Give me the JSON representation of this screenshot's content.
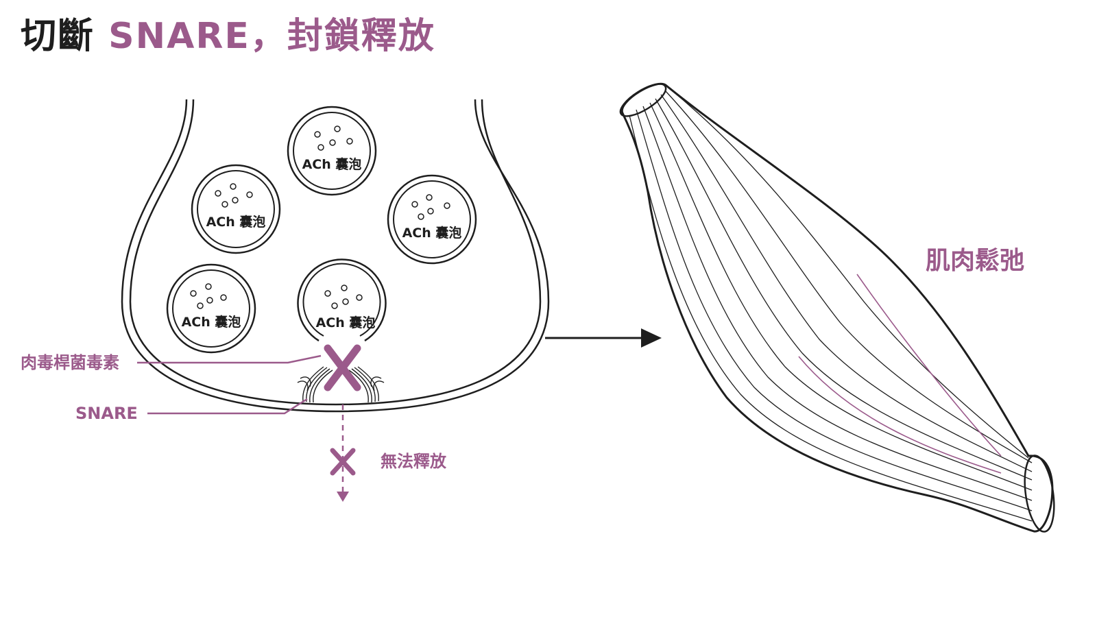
{
  "title": {
    "part1": "切斷",
    "part2": "SNARE，封鎖釋放"
  },
  "vesicles": [
    {
      "label": "ACh 囊泡"
    },
    {
      "label": "ACh 囊泡"
    },
    {
      "label": "ACh 囊泡"
    },
    {
      "label": "ACh 囊泡"
    },
    {
      "label": "ACh 囊泡"
    }
  ],
  "labels": {
    "toxin": "肉毒桿菌毒素",
    "snare": "SNARE",
    "no_release": "無法釋放",
    "muscle": "肌肉鬆弛"
  },
  "colors": {
    "accent": "#9b5a8b",
    "line": "#1e1e1e"
  },
  "icons": {
    "block": "x-mark-icon",
    "flow": "arrow-right-icon"
  }
}
